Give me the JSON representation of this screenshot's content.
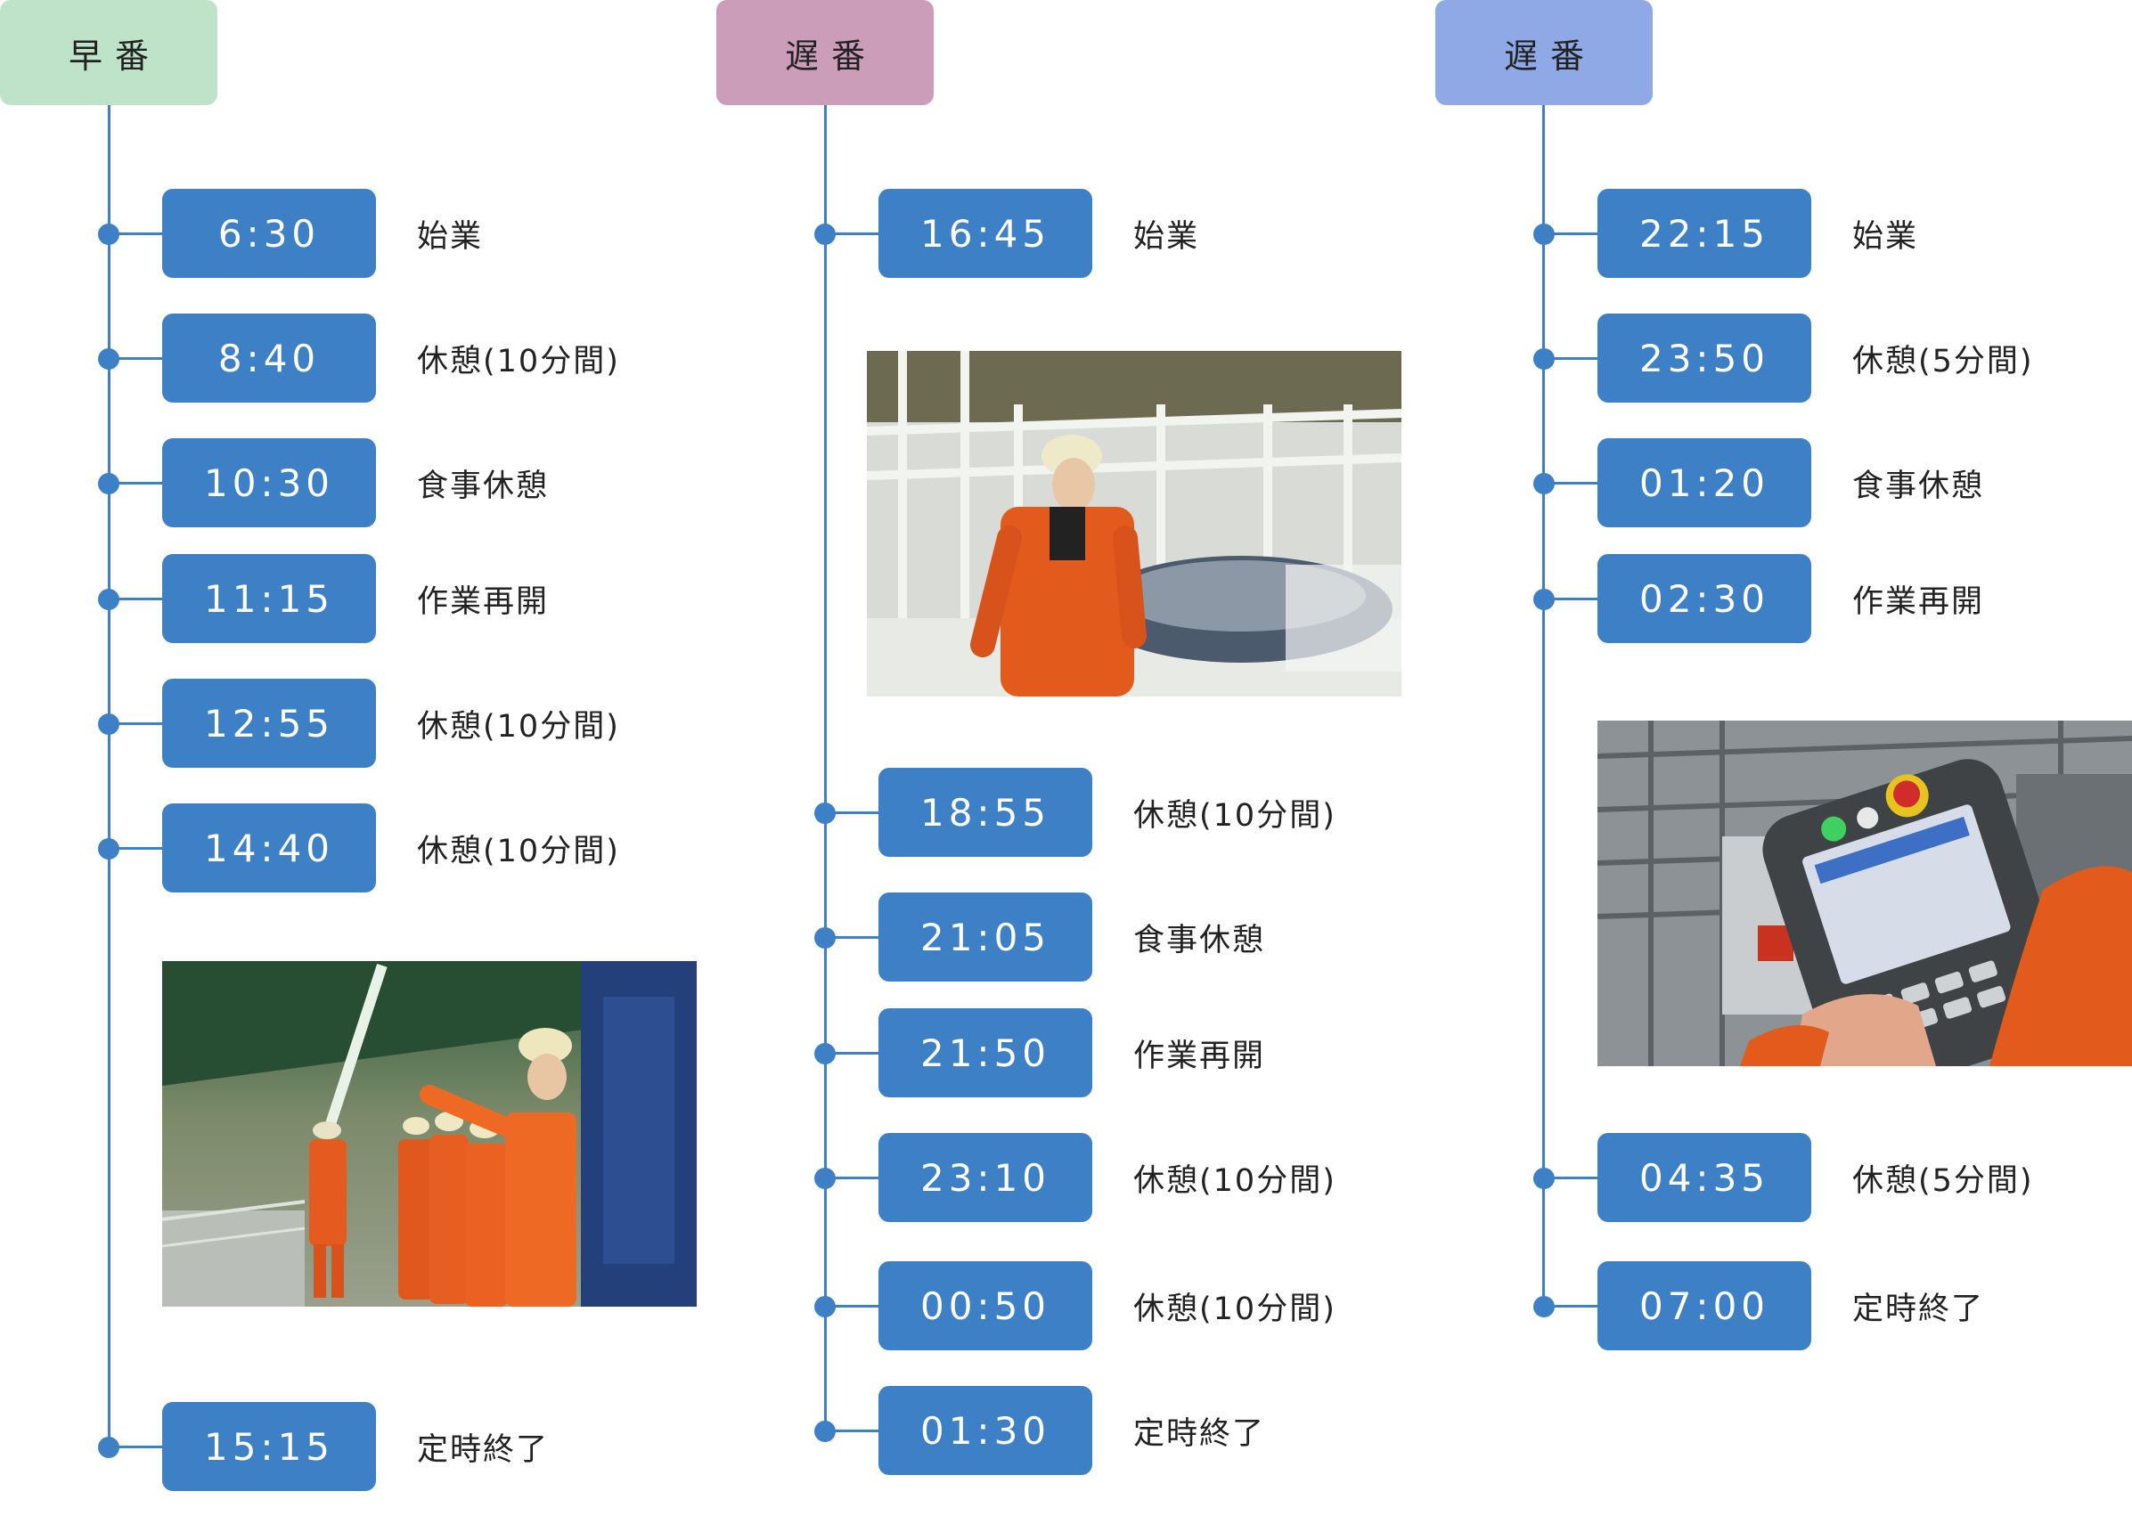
{
  "shifts": [
    {
      "title": "早番",
      "color": "#bfe3c9",
      "items": [
        {
          "time": "6:30",
          "label": "始業"
        },
        {
          "time": "8:40",
          "label": "休憩(10分間)"
        },
        {
          "time": "10:30",
          "label": "食事休憩"
        },
        {
          "time": "11:15",
          "label": "作業再開"
        },
        {
          "time": "12:55",
          "label": "休憩(10分間)"
        },
        {
          "time": "14:40",
          "label": "休憩(10分間)"
        },
        {
          "time": "15:15",
          "label": "定時終了"
        }
      ]
    },
    {
      "title": "遅番",
      "color": "#cc9db8",
      "items": [
        {
          "time": "16:45",
          "label": "始業"
        },
        {
          "time": "18:55",
          "label": "休憩(10分間)"
        },
        {
          "time": "21:05",
          "label": "食事休憩"
        },
        {
          "time": "21:50",
          "label": "作業再開"
        },
        {
          "time": "23:10",
          "label": "休憩(10分間)"
        },
        {
          "time": "00:50",
          "label": "休憩(10分間)"
        },
        {
          "time": "01:30",
          "label": "定時終了"
        }
      ]
    },
    {
      "title": "遅番",
      "color": "#8fa9e6",
      "items": [
        {
          "time": "22:15",
          "label": "始業"
        },
        {
          "time": "23:50",
          "label": "休憩(5分間)"
        },
        {
          "time": "01:20",
          "label": "食事休憩"
        },
        {
          "time": "02:30",
          "label": "作業再開"
        },
        {
          "time": "04:35",
          "label": "休憩(5分間)"
        },
        {
          "time": "07:00",
          "label": "定時終了"
        }
      ]
    }
  ],
  "accent_color": "#3d80c6"
}
